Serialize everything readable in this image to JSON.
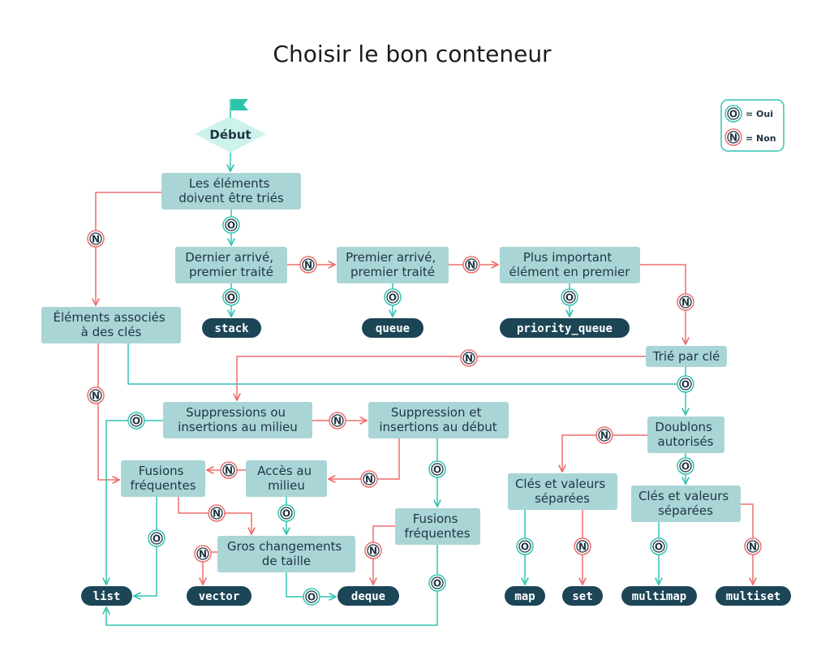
{
  "title": "Choisir le bon conteneur",
  "legend": {
    "yes_letter": "O",
    "yes_text": "= Oui",
    "no_letter": "N",
    "no_text": "= Non"
  },
  "start": "Début",
  "questions": {
    "sorted": [
      "Les éléments",
      "doivent être triés"
    ],
    "lifo": [
      "Dernier arrivé,",
      "premier traité"
    ],
    "fifo": [
      "Premier arrivé,",
      "premier traité"
    ],
    "priority": [
      "Plus important",
      "élément en premier"
    ],
    "keyed": [
      "Éléments associés",
      "à des clés"
    ],
    "sorted_by_key": [
      "Trié par clé"
    ],
    "insert_middle": [
      "Suppressions ou",
      "insertions au milieu"
    ],
    "insert_front": [
      "Suppression et",
      "insertions au début"
    ],
    "duplicates": [
      "Doublons",
      "autorisés"
    ],
    "merges_1": [
      "Fusions",
      "fréquentes"
    ],
    "middle_access": [
      "Accès au",
      "milieu"
    ],
    "merges_2": [
      "Fusions",
      "fréquentes"
    ],
    "kv_1": [
      "Clés et valeurs",
      "séparées"
    ],
    "kv_2": [
      "Clés et valeurs",
      "séparées"
    ],
    "size_changes": [
      "Gros changements",
      "de taille"
    ]
  },
  "results": {
    "stack": "stack",
    "queue": "queue",
    "priority_queue": "priority_queue",
    "list": "list",
    "vector": "vector",
    "deque": "deque",
    "map": "map",
    "set": "set",
    "multimap": "multimap",
    "multiset": "multiset"
  },
  "colors": {
    "question_fill": "#a9d5d6",
    "start_fill": "#cdf2ec",
    "flag": "#2bc4a8",
    "result_fill": "#1c4556",
    "yes_line": "#33c4b4",
    "no_line": "#ee6e6e",
    "text_dark": "#1f3542"
  }
}
